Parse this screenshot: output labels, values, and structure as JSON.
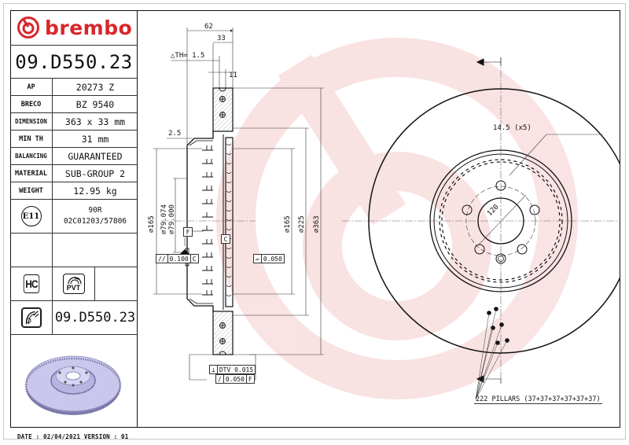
{
  "brand": {
    "name": "brembo",
    "color": "#d9262b",
    "logo_icon": "brembo-logo-icon"
  },
  "part_number": "09.D550.23",
  "specs": [
    {
      "key": "AP",
      "value": "20273 Z"
    },
    {
      "key": "BRECO",
      "value": "BZ 9540"
    },
    {
      "key": "DIMENSION",
      "value": "363 x 33 mm"
    },
    {
      "key": "MIN TH",
      "value": "31 mm"
    },
    {
      "key": "BALANCING",
      "value": "GUARANTEED"
    },
    {
      "key": "MATERIAL",
      "value": "SUB-GROUP 2"
    },
    {
      "key": "WEIGHT",
      "value": "12.95 kg"
    }
  ],
  "certification": {
    "icon": "E11",
    "line1": "90R",
    "line2": "02C01203/57806"
  },
  "badges": {
    "hc": "HC",
    "pvt": "PVT"
  },
  "reference": {
    "part_number": "09.D550.23"
  },
  "footer": {
    "text": "DATE : 02/04/2021 VERSION : 01"
  },
  "drawing": {
    "section_view": {
      "dim_total_width": "62",
      "dim_thickness": "33",
      "delta_th": "△TH= 1.5",
      "dim_vane": "11",
      "dim_offset": "2.5",
      "dia_hub_outer": "⌀165",
      "dia_center_bore_max": "⌀79.074",
      "dia_center_bore_min": "⌀79.000",
      "dia_hub_inner": "⌀165",
      "dia_braking_inner": "⌀225",
      "dia_outer": "⌀363",
      "datum_f": "F",
      "datum_c": "C",
      "parallelism": {
        "symbol": "//",
        "value": "0.100",
        "datum": "C"
      },
      "flatness": {
        "symbol": "▱",
        "value": "0.050"
      },
      "dtv": {
        "symbol": "⊥",
        "value": "DTV 0.015"
      },
      "runout": {
        "symbol": "/",
        "value": "0.050",
        "datum": "F"
      }
    },
    "front_view": {
      "bolt_hole": "14.5 (x5)",
      "pcd": "120",
      "pillars": "222 PILLARS (37+37+37+37+37+37)"
    }
  }
}
